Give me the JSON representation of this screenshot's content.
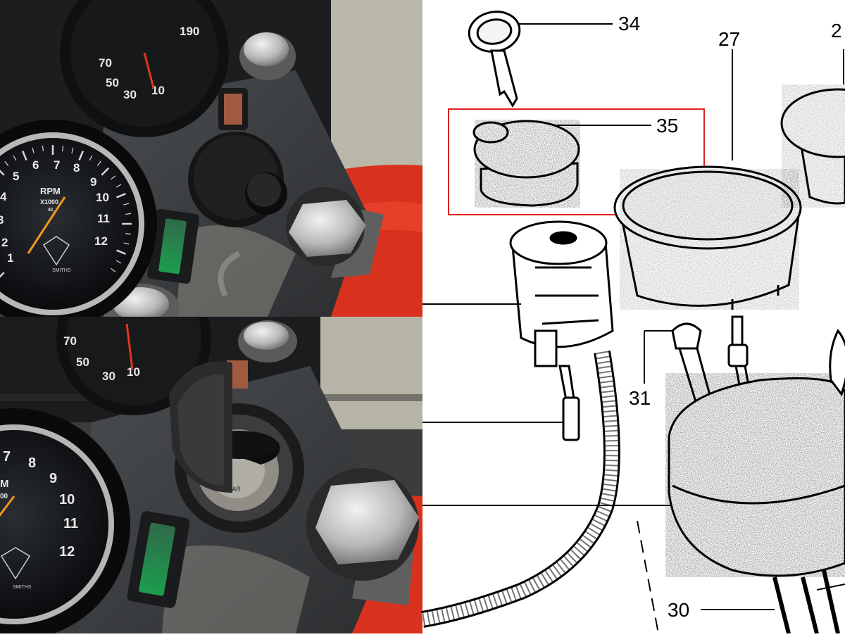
{
  "photos": {
    "top": {
      "tachometer": {
        "unit_label": "RPM",
        "multiplier_label": "X1000",
        "ref_label": "41",
        "maker_label": "SMITHS",
        "scale": [
          "1",
          "2",
          "3",
          "4",
          "5",
          "6",
          "7",
          "8",
          "9",
          "10",
          "11",
          "12"
        ]
      },
      "speedometer_scale": [
        "30",
        "50",
        "70",
        "190",
        "10"
      ]
    },
    "bottom": {
      "tachometer": {
        "unit_label": "M",
        "multiplier_label": "00",
        "maker_label": "SMITHS",
        "scale": [
          "7",
          "8",
          "9",
          "10",
          "11",
          "12"
        ]
      },
      "ignition_brand": "VAR GAR",
      "speedometer_scale": [
        "30",
        "50",
        "70",
        "10"
      ]
    }
  },
  "diagram": {
    "callouts": {
      "key": "34",
      "switch_cover": "35",
      "speedometer": "27",
      "tach_edge": "2",
      "bulb_holder": "31",
      "harness": "30"
    },
    "highlight_color": "#e02020"
  }
}
